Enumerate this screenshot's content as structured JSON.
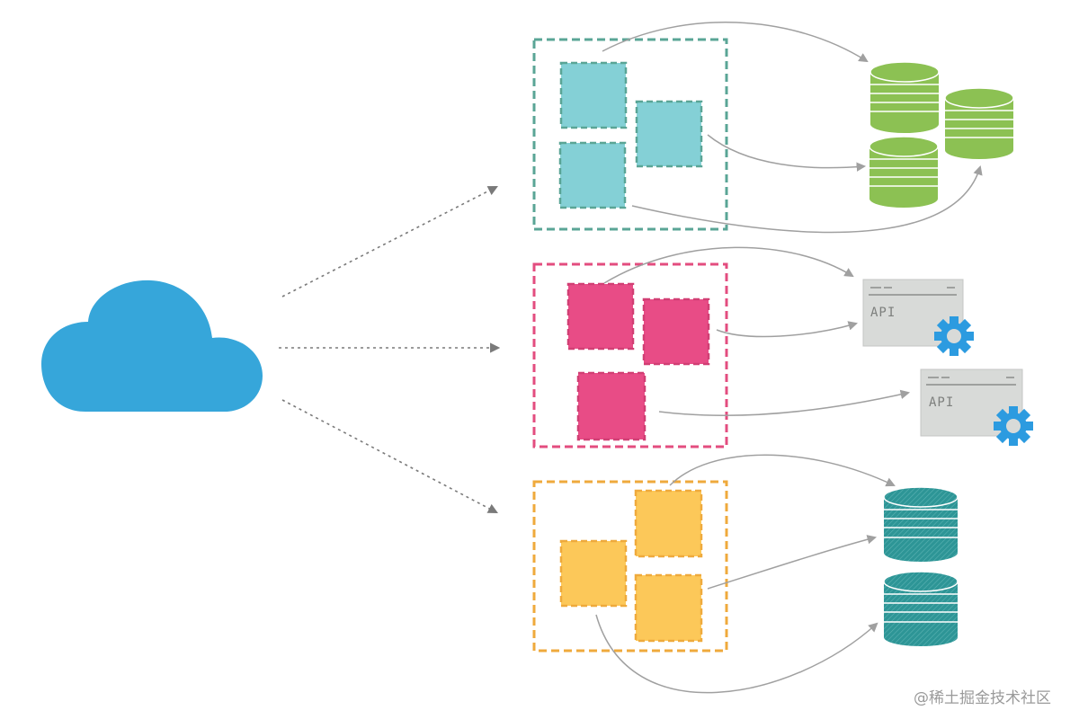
{
  "colors": {
    "cloud": "#36a6da",
    "cluster_teal_border": "#5aa596",
    "cluster_teal_fill": "#84d0d6",
    "cluster_pink_border": "#e34d7f",
    "cluster_pink_fill": "#e84c86",
    "cluster_yellow_border": "#efaa3c",
    "cluster_yellow_fill": "#fcc859",
    "db_green": "#8cc153",
    "db_teal": "#2d9596",
    "api_panel": "#d8dad8",
    "gear": "#2c9be0",
    "arrow": "#a0a0a0"
  },
  "icons": {
    "cloud": "cloud-icon",
    "gear": "gear-icon",
    "database": "database-icon"
  },
  "api_cards": [
    {
      "label": "API"
    },
    {
      "label": "API"
    }
  ],
  "watermark": "@稀土掘金技术社区"
}
